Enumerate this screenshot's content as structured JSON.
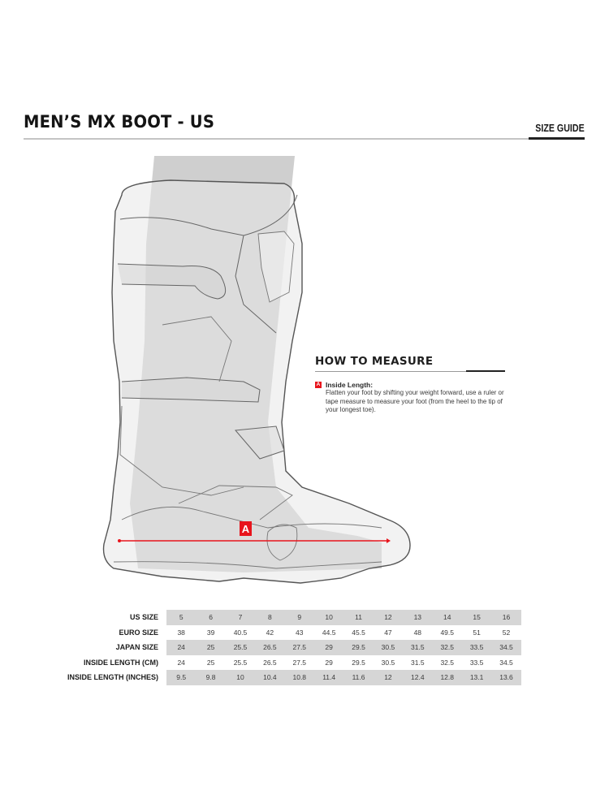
{
  "header": {
    "title": "MEN’S MX BOOT - US",
    "section_label": "SIZE GUIDE"
  },
  "illustration": {
    "subject": "Motocross boot outline over leg silhouette",
    "measure_marker": "A",
    "colors": {
      "leg_shade": "#d0d0d0",
      "boot_fill": "#e6e6e6",
      "outline": "#5a5a5a",
      "measure_line": "#e8141c"
    }
  },
  "how_to_measure": {
    "heading": "HOW TO MEASURE",
    "items": [
      {
        "marker": "A",
        "title": "Inside Length:",
        "description": "Flatten your foot by shifting your weight forward, use a ruler or tape measure to measure your foot (from the heel to the tip of your longest toe)."
      }
    ]
  },
  "size_table": {
    "rows": [
      {
        "label": "US SIZE",
        "values": [
          "5",
          "6",
          "7",
          "8",
          "9",
          "10",
          "11",
          "12",
          "13",
          "14",
          "15",
          "16"
        ]
      },
      {
        "label": "EURO SIZE",
        "values": [
          "38",
          "39",
          "40.5",
          "42",
          "43",
          "44.5",
          "45.5",
          "47",
          "48",
          "49.5",
          "51",
          "52"
        ]
      },
      {
        "label": "JAPAN SIZE",
        "values": [
          "24",
          "25",
          "25.5",
          "26.5",
          "27.5",
          "29",
          "29.5",
          "30.5",
          "31.5",
          "32.5",
          "33.5",
          "34.5"
        ]
      },
      {
        "label": "INSIDE LENGTH (CM)",
        "values": [
          "24",
          "25",
          "25.5",
          "26.5",
          "27.5",
          "29",
          "29.5",
          "30.5",
          "31.5",
          "32.5",
          "33.5",
          "34.5"
        ]
      },
      {
        "label": "INSIDE LENGTH (INCHES)",
        "values": [
          "9.5",
          "9.8",
          "10",
          "10.4",
          "10.8",
          "11.4",
          "11.6",
          "12",
          "12.4",
          "12.8",
          "13.1",
          "13.6"
        ]
      }
    ],
    "colors": {
      "shaded_row": "#d6d6d6"
    }
  }
}
